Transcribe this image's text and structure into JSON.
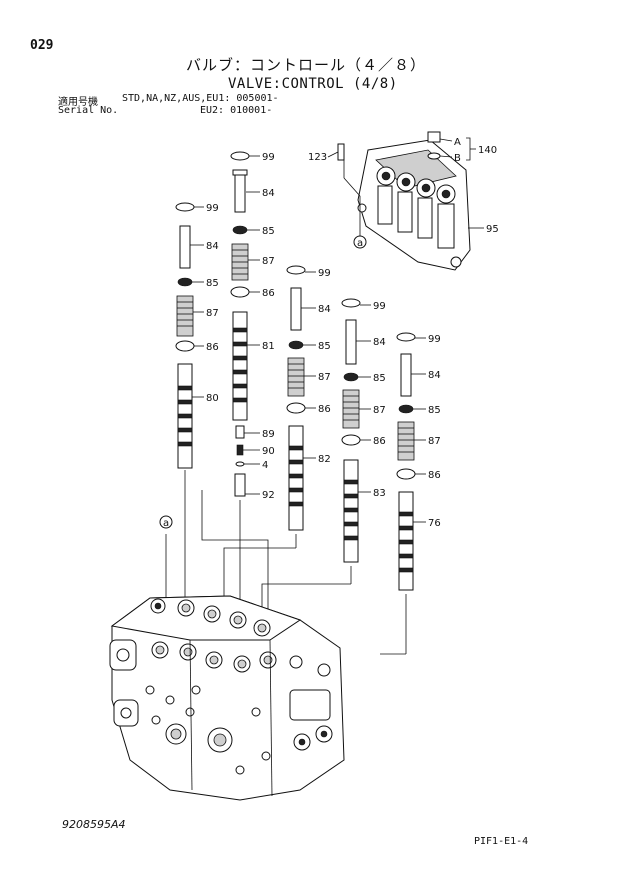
{
  "header": {
    "page_number": "029",
    "title_jp": "バルブ：コントロール（４／８）",
    "title_en": "VALVE:CONTROL (4/8)",
    "serial_jp_label": "適用号機",
    "serial_en_label": "Serial No.",
    "serial_line1": "STD,NA,NZ,AUS,EU1: 005001-",
    "serial_line2": "EU2: 010001-"
  },
  "callouts": {
    "c99a": "99",
    "c84a": "84",
    "c85a": "85",
    "c87a": "87",
    "c86a": "86",
    "c81": "81",
    "c89": "89",
    "c90": "90",
    "c4": "4",
    "c92": "92",
    "c99b": "99",
    "c84b": "84",
    "c85b": "85",
    "c87b": "87",
    "c86b": "86",
    "c80": "80",
    "c99c": "99",
    "c84c": "84",
    "c85c": "85",
    "c87c": "87",
    "c86c": "86",
    "c82": "82",
    "c99d": "99",
    "c84d": "84",
    "c85d": "85",
    "c87d": "87",
    "c86d": "86",
    "c83": "83",
    "c99e": "99",
    "c84e": "84",
    "c85e": "85",
    "c87e": "87",
    "c86e": "86",
    "c76": "76",
    "c123": "123",
    "cA": "A",
    "cB": "B",
    "c140": "140",
    "c95": "95",
    "ref_a_top": "a",
    "ref_a_left": "a"
  },
  "footer": {
    "drawing_number": "9208595A4",
    "sheet_code": "PIF1-E1-4"
  }
}
